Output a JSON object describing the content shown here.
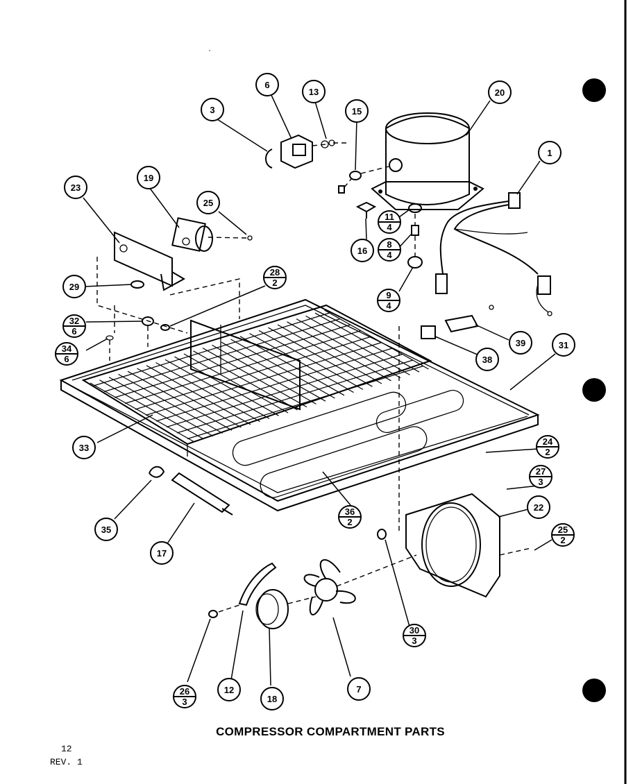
{
  "title": "COMPRESSOR COMPARTMENT PARTS",
  "page_number": "12",
  "revision": "REV. 1",
  "callouts": [
    {
      "id": "c1",
      "top": "1"
    },
    {
      "id": "c3",
      "top": "3"
    },
    {
      "id": "c6",
      "top": "6"
    },
    {
      "id": "c7",
      "top": "7"
    },
    {
      "id": "c12",
      "top": "12"
    },
    {
      "id": "c13",
      "top": "13"
    },
    {
      "id": "c15",
      "top": "15"
    },
    {
      "id": "c16",
      "top": "16"
    },
    {
      "id": "c17",
      "top": "17"
    },
    {
      "id": "c18",
      "top": "18"
    },
    {
      "id": "c19",
      "top": "19"
    },
    {
      "id": "c20",
      "top": "20"
    },
    {
      "id": "c22",
      "top": "22"
    },
    {
      "id": "c23",
      "top": "23"
    },
    {
      "id": "c25a",
      "top": "25"
    },
    {
      "id": "c29",
      "top": "29"
    },
    {
      "id": "c31",
      "top": "31"
    },
    {
      "id": "c33",
      "top": "33"
    },
    {
      "id": "c35",
      "top": "35"
    },
    {
      "id": "c38",
      "top": "38"
    },
    {
      "id": "c39",
      "top": "39"
    },
    {
      "id": "f11",
      "top": "11",
      "bottom": "4"
    },
    {
      "id": "f8",
      "top": "8",
      "bottom": "4"
    },
    {
      "id": "f9",
      "top": "9",
      "bottom": "4"
    },
    {
      "id": "f28",
      "top": "28",
      "bottom": "2"
    },
    {
      "id": "f32",
      "top": "32",
      "bottom": "6"
    },
    {
      "id": "f34",
      "top": "34",
      "bottom": "6"
    },
    {
      "id": "f24",
      "top": "24",
      "bottom": "2"
    },
    {
      "id": "f27",
      "top": "27",
      "bottom": "3"
    },
    {
      "id": "f25b",
      "top": "25",
      "bottom": "2"
    },
    {
      "id": "f36",
      "top": "36",
      "bottom": "2"
    },
    {
      "id": "f30",
      "top": "30",
      "bottom": "3"
    },
    {
      "id": "f26",
      "top": "26",
      "bottom": "3"
    }
  ]
}
